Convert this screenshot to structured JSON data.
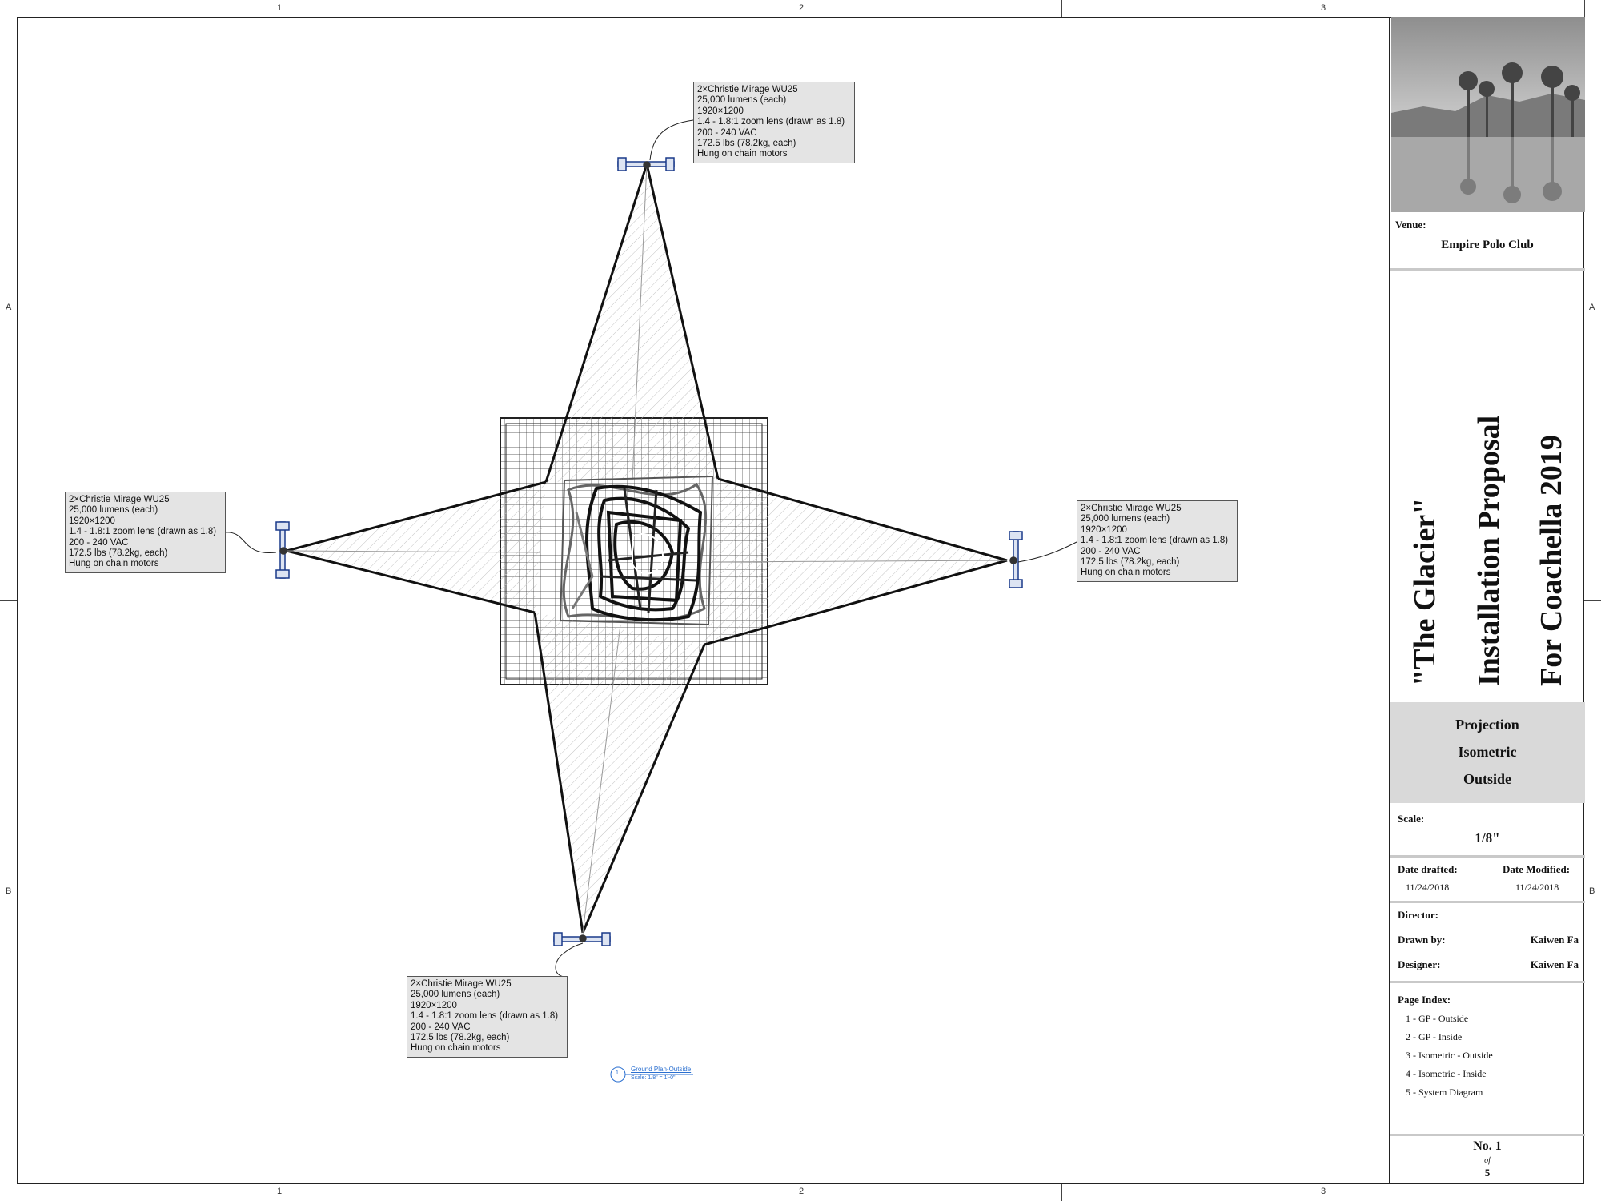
{
  "zones": {
    "columns": [
      "1",
      "2",
      "3"
    ],
    "rows": [
      "A",
      "B"
    ]
  },
  "projectors": [
    {
      "id": "top",
      "lines": [
        "2×Christie Mirage WU25",
        "25,000 lumens (each)",
        "1920×1200",
        "1.4 - 1.8:1 zoom lens (drawn as 1.8)",
        "200 - 240 VAC",
        "172.5 lbs (78.2kg, each)",
        "Hung on chain motors"
      ]
    },
    {
      "id": "left",
      "lines": [
        "2×Christie Mirage WU25",
        "25,000 lumens (each)",
        "1920×1200",
        "1.4 - 1.8:1 zoom lens (drawn as 1.8)",
        "200 - 240 VAC",
        "172.5 lbs (78.2kg, each)",
        "Hung on chain motors"
      ]
    },
    {
      "id": "right",
      "lines": [
        "2×Christie Mirage WU25",
        "25,000 lumens (each)",
        "1920×1200",
        "1.4 - 1.8:1 zoom lens (drawn as 1.8)",
        "200 - 240 VAC",
        "172.5 lbs (78.2kg, each)",
        "Hung on chain motors"
      ]
    },
    {
      "id": "bottom",
      "lines": [
        "2×Christie Mirage WU25",
        "25,000 lumens (each)",
        "1920×1200",
        "1.4 - 1.8:1 zoom lens (drawn as 1.8)",
        "200 - 240 VAC",
        "172.5 lbs (78.2kg, each)",
        "Hung on chain motors"
      ]
    }
  ],
  "view_reference": {
    "number": "1",
    "title": "Ground Plan-Outside",
    "scale": "Scale: 1/8\" = 1'-0\""
  },
  "title_block": {
    "venue_label": "Venue:",
    "venue": "Empire Polo Club",
    "project_title_lines": [
      "\"The Glacier\"",
      "Installation Proposal",
      "For Coachella 2019"
    ],
    "sheet_title_lines": [
      "Projection",
      "Isometric",
      "Outside"
    ],
    "scale_label": "Scale:",
    "scale": "1/8\"",
    "date_drafted_label": "Date drafted:",
    "date_drafted": "11/24/2018",
    "date_modified_label": "Date Modified:",
    "date_modified": "11/24/2018",
    "director_label": "Director:",
    "director": "",
    "drawn_by_label": "Drawn by:",
    "drawn_by": "Kaiwen Fa",
    "designer_label": "Designer:",
    "designer": "Kaiwen Fa",
    "page_index_label": "Page Index:",
    "page_index": [
      "1 - GP - Outside",
      "2 - GP - Inside",
      "3 - Isometric - Outside",
      "4 - Isometric - Inside",
      "5 - System Diagram"
    ],
    "sheet_no": "No. 1",
    "of_label": "of",
    "total_sheets": "5"
  }
}
